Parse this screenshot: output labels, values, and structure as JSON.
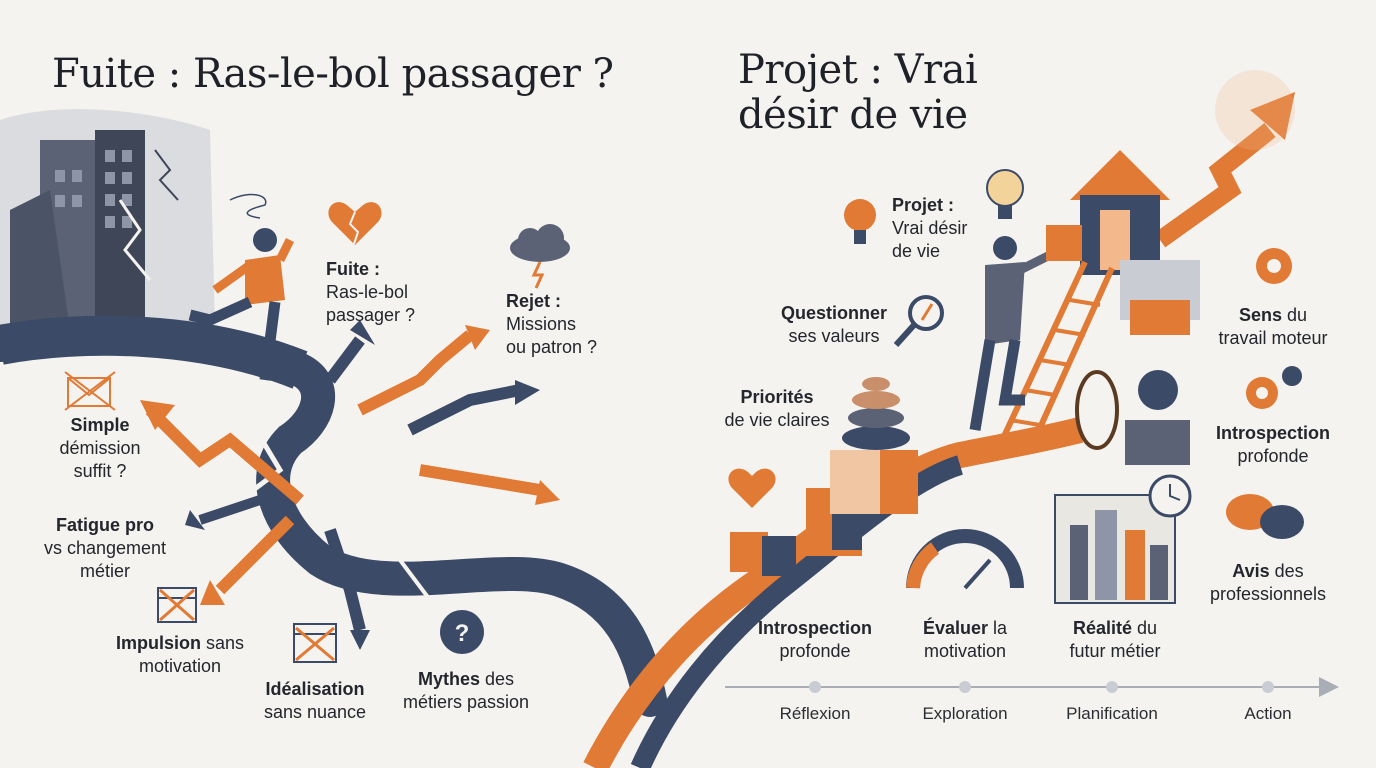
{
  "titles": {
    "left": "Fuite : Ras-le-bol passager ?",
    "right_line1": "Projet : Vrai",
    "right_line2": "désir de vie"
  },
  "left_labels": {
    "fuite": {
      "bold": "Fuite :",
      "line2": "Ras-le-bol",
      "line3": "passager ?"
    },
    "rejet": {
      "bold": "Rejet :",
      "line2": "Missions",
      "line3": "ou patron ?"
    },
    "simple": {
      "bold": "Simple",
      "line2": "démission",
      "line3": "suffit ?"
    },
    "fatigue": {
      "bold": "Fatigue pro",
      "line2": "vs changement",
      "line3": "métier"
    },
    "impulsion": {
      "bold": "Impulsion",
      "rest": " sans",
      "line2": "motivation"
    },
    "idealisation": {
      "bold": "Idéalisation",
      "line2": "sans nuance"
    },
    "mythes": {
      "bold": "Mythes",
      "rest": " des",
      "line2": "métiers passion"
    }
  },
  "right_labels": {
    "projet": {
      "bold": "Projet :",
      "line2": "Vrai désir",
      "line3": "de vie"
    },
    "questionner": {
      "bold": "Questionner",
      "line2": "ses valeurs"
    },
    "priorites": {
      "bold": "Priorités",
      "line2": "de vie claires"
    },
    "sens": {
      "bold": "Sens",
      "rest": " du",
      "line2": "travail moteur"
    },
    "introspection_right": {
      "bold": "Introspection",
      "line2": "profonde"
    },
    "avis": {
      "bold": "Avis",
      "rest": " des",
      "line2": "professionnels"
    },
    "introspection_bottom": {
      "bold": "Introspection",
      "line2": "profonde"
    },
    "evaluer": {
      "bold": "Évaluer",
      "rest": " la",
      "line2": "motivation"
    },
    "realite": {
      "bold": "Réalité",
      "rest": " du",
      "line2": "futur métier"
    }
  },
  "timeline": [
    "Réflexion",
    "Exploration",
    "Planification",
    "Action"
  ],
  "colors": {
    "orange": "#e07a35",
    "navy": "#3b4a66",
    "background": "#f5f3ef",
    "text": "#23262d"
  }
}
